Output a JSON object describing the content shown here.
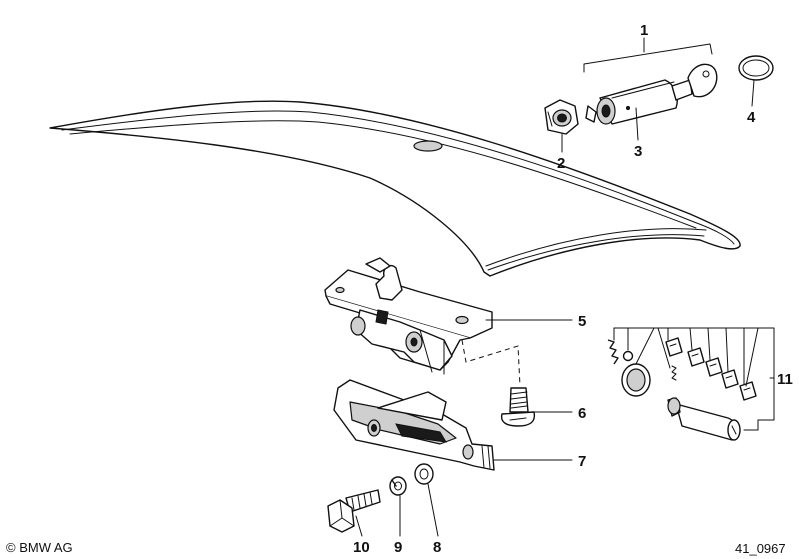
{
  "callouts": {
    "c1": "1",
    "c2": "2",
    "c3": "3",
    "c4": "4",
    "c5": "5",
    "c6": "6",
    "c7": "7",
    "c8": "8",
    "c9": "9",
    "c10": "10",
    "c11": "11"
  },
  "footer": {
    "copyright": "© BMW AG",
    "diagram_code": "41_0967"
  }
}
